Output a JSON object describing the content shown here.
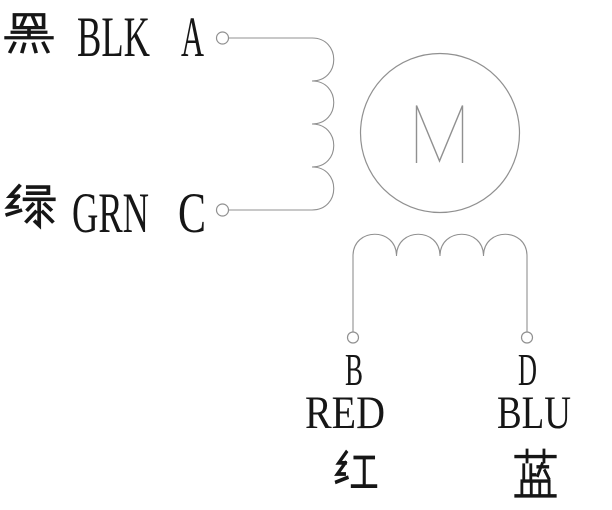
{
  "leads": {
    "a": {
      "cn": "黑",
      "code": "BLK",
      "terminal": "A"
    },
    "c": {
      "cn": "绿",
      "code": "GRN",
      "terminal": "C"
    },
    "b": {
      "terminal": "B",
      "code": "RED",
      "cn": "红"
    },
    "d": {
      "terminal": "D",
      "code": "BLU",
      "cn": "蓝"
    }
  },
  "motor": {
    "label": "M"
  },
  "colors": {
    "background": "#ffffff",
    "line": "#909090",
    "text": "#161616"
  }
}
